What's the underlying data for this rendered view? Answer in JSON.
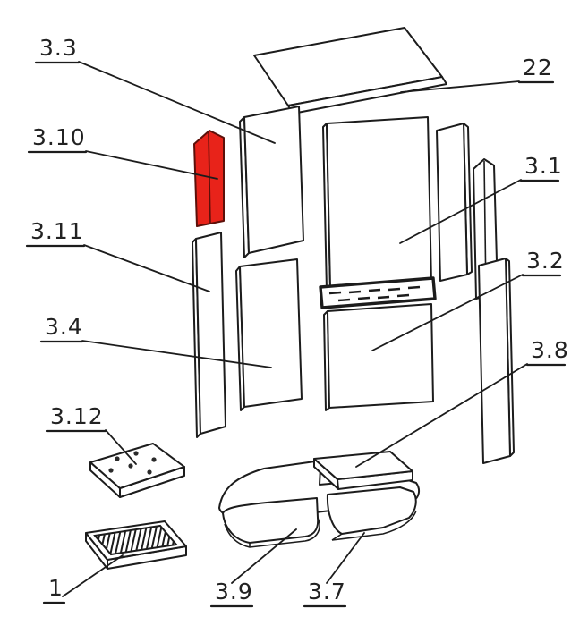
{
  "page": {
    "background": "#ffffff"
  },
  "colors": {
    "highlight": "#e8231a",
    "line": "#1c1c1c"
  },
  "labels": {
    "p3_3": "3.3",
    "p22": "22",
    "p3_10": "3.10",
    "p3_1": "3.1",
    "p3_11": "3.11",
    "p3_2": "3.2",
    "p3_4": "3.4",
    "p3_8": "3.8",
    "p3_12": "3.12",
    "p1": "1",
    "p3_9": "3.9",
    "p3_7": "3.7"
  }
}
